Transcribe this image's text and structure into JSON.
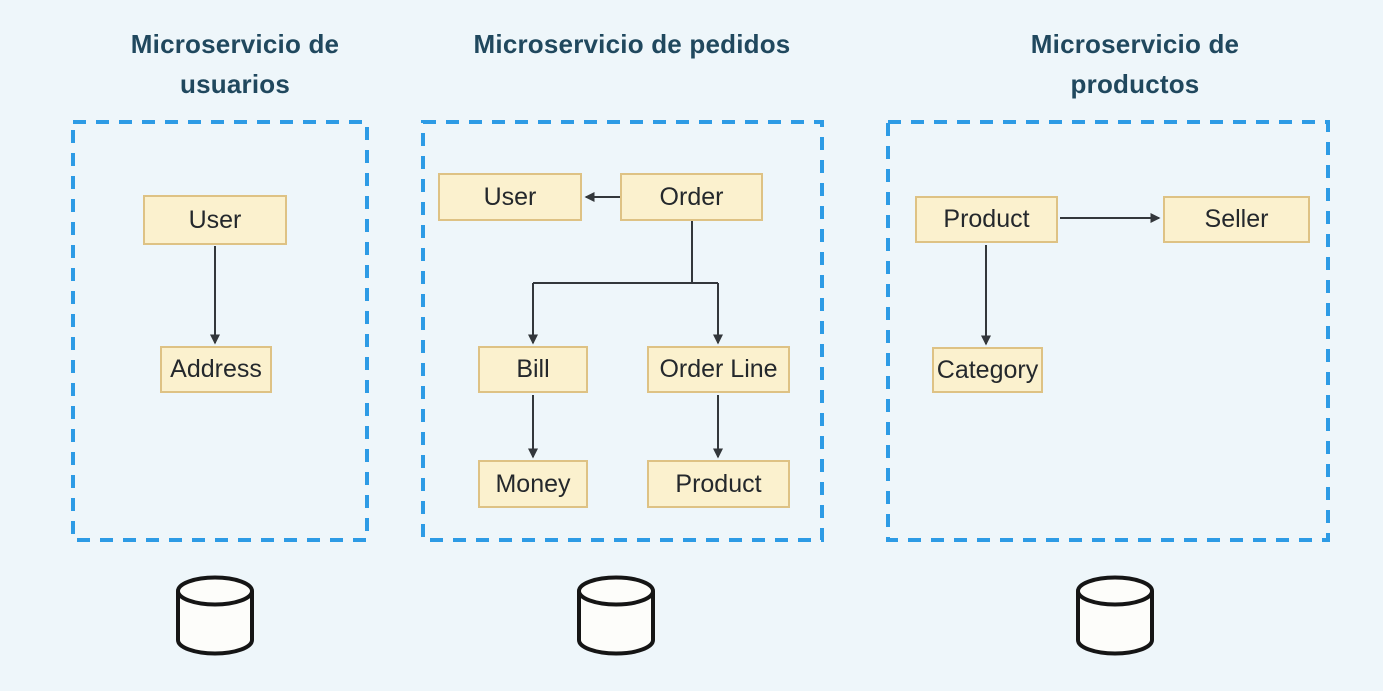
{
  "diagram": {
    "services": [
      {
        "title": "Microservicio de usuarios",
        "nodes": {
          "user": "User",
          "address": "Address"
        },
        "relations": [
          {
            "from": "User",
            "to": "Address"
          }
        ],
        "database_icon": "database-cylinder"
      },
      {
        "title": "Microservicio de pedidos",
        "nodes": {
          "user": "User",
          "order": "Order",
          "bill": "Bill",
          "order_line": "Order Line",
          "money": "Money",
          "product": "Product"
        },
        "relations": [
          {
            "from": "Order",
            "to": "User"
          },
          {
            "from": "Order",
            "to": "Bill"
          },
          {
            "from": "Order",
            "to": "Order Line"
          },
          {
            "from": "Bill",
            "to": "Money"
          },
          {
            "from": "Order Line",
            "to": "Product"
          }
        ],
        "database_icon": "database-cylinder"
      },
      {
        "title": "Microservicio de productos",
        "nodes": {
          "product": "Product",
          "seller": "Seller",
          "category": "Category"
        },
        "relations": [
          {
            "from": "Product",
            "to": "Seller"
          },
          {
            "from": "Product",
            "to": "Category"
          }
        ],
        "database_icon": "database-cylinder"
      }
    ],
    "colors": {
      "background": "#eef6fa",
      "container_border": "#2d9be5",
      "node_fill": "#fbf1ce",
      "node_border": "#dec284",
      "node_text": "#24282c",
      "title_text": "#20485e",
      "arrow": "#33373b",
      "database_fill": "#fdfdfa",
      "database_stroke": "#151515"
    }
  }
}
